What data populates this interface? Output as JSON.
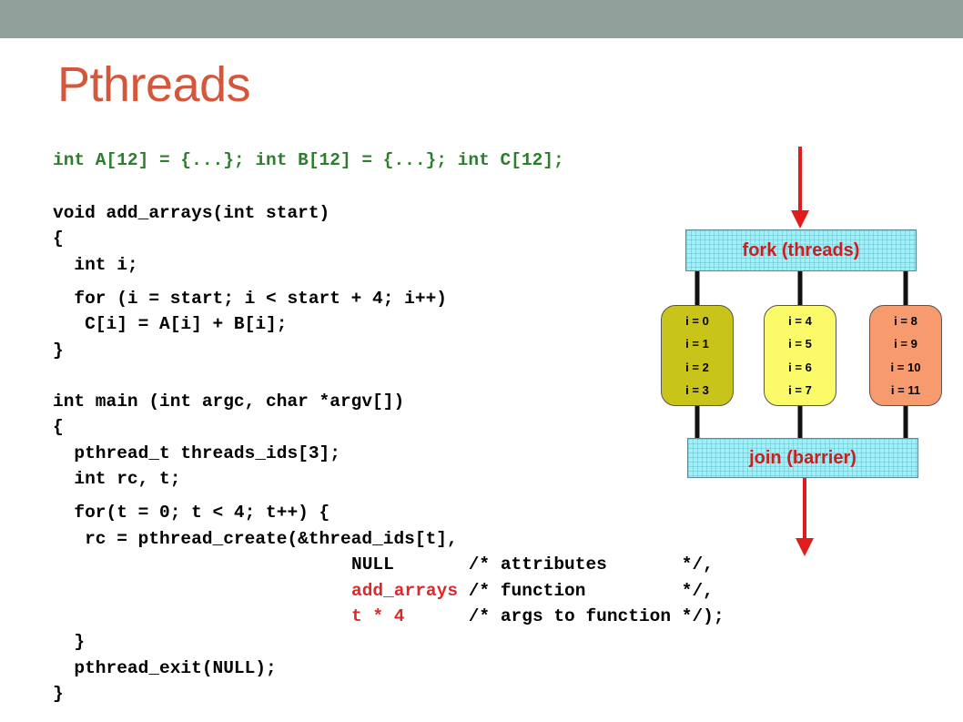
{
  "slide": {
    "title": "Pthreads"
  },
  "code": {
    "line1": "int A[12] = {...}; int B[12] = {...}; int C[12];",
    "line2": "void add_arrays(int start)",
    "line3": "{",
    "line4": "  int i;",
    "line5": "  for (i = start; i < start + 4; i++)",
    "line6": "   C[i] = A[i] + B[i];",
    "line7": "}",
    "line8": "int main (int argc, char *argv[])",
    "line9": "{",
    "line10": "  pthread_t threads_ids[3];",
    "line11": "  int rc, t;",
    "line12": "  for(t = 0; t < 4; t++) {",
    "line13": "   rc = pthread_create(&thread_ids[t],",
    "line14_arg": "NULL      ",
    "line14_comment": " /* attributes       */,",
    "line15_arg": "add_arrays",
    "line15_comment": " /* function         */,",
    "line16_arg": "t * 4     ",
    "line16_comment": " /* args to function */);",
    "line17": "  }",
    "line18": "  pthread_exit(NULL);",
    "line19": "}"
  },
  "diagram": {
    "fork_label": "fork (threads)",
    "join_label": "join (barrier)",
    "threads": [
      {
        "color": "#c8c41a",
        "items": [
          "i = 0",
          "i = 1",
          "i = 2",
          "i = 3"
        ]
      },
      {
        "color": "#fbfb6a",
        "items": [
          "i = 4",
          "i = 5",
          "i = 6",
          "i = 7"
        ]
      },
      {
        "color": "#f79a6e",
        "items": [
          "i = 8",
          "i = 9",
          "i = 10",
          "i = 11"
        ]
      }
    ],
    "arrow_color": "#e01c1c"
  }
}
